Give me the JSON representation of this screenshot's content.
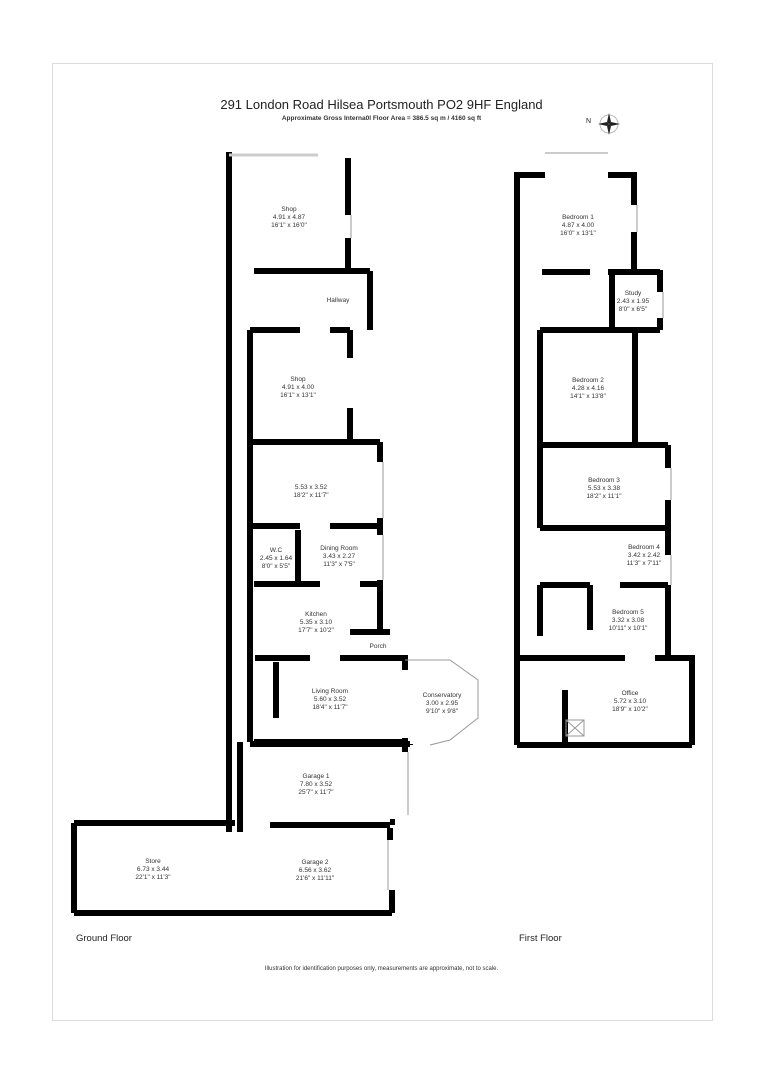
{
  "header": {
    "title": "291 London Road Hilsea Portsmouth PO2 9HF England",
    "subtitle": "Approximate Gross Interna0l Floor Area  =  386.5 sq m  / 4160 sq ft",
    "compass_label": "N"
  },
  "floors": [
    {
      "label": "Ground Floor",
      "rooms": [
        {
          "name": "Shop",
          "metric": "4.91 x 4.87",
          "imperial": "16'1\" x 16'0\""
        },
        {
          "name": "Hallway",
          "metric": "",
          "imperial": ""
        },
        {
          "name": "Shop",
          "metric": "4.91 x 4.00",
          "imperial": "16'1\" x 13'1\""
        },
        {
          "name": "",
          "metric": "5.53 x 3.52",
          "imperial": "18'2\" x 11'7\""
        },
        {
          "name": "W.C",
          "metric": "2.45 x 1.64",
          "imperial": "8'0\" x 5'5\""
        },
        {
          "name": "Dining Room",
          "metric": "3.43 x 2.27",
          "imperial": "11'3\" x 7'5\""
        },
        {
          "name": "Kitchen",
          "metric": "5.35 x 3.10",
          "imperial": "17'7\" x 10'2\""
        },
        {
          "name": "Porch",
          "metric": "",
          "imperial": ""
        },
        {
          "name": "Living Room",
          "metric": "5.60 x 3.52",
          "imperial": "18'4\" x 11'7\""
        },
        {
          "name": "Conservatory",
          "metric": "3.00 x 2.95",
          "imperial": "9'10\" x 9'8\""
        },
        {
          "name": "Garage 1",
          "metric": "7.80 x 3.52",
          "imperial": "25'7\" x 11'7\""
        },
        {
          "name": "Garage 2",
          "metric": "6.56 x 3.62",
          "imperial": "21'6\" x 11'11\""
        },
        {
          "name": "Store",
          "metric": "6.73 x 3.44",
          "imperial": "22'1\" x 11'3\""
        }
      ]
    },
    {
      "label": "First Floor",
      "rooms": [
        {
          "name": "Bedroom 1",
          "metric": "4.87 x 4.00",
          "imperial": "16'0\" x 13'1\""
        },
        {
          "name": "Study",
          "metric": "2.43 x 1.95",
          "imperial": "8'0\" x 6'5\""
        },
        {
          "name": "Bedroom 2",
          "metric": "4.28 x 4.16",
          "imperial": "14'1\" x 13'8\""
        },
        {
          "name": "Bedroom 3",
          "metric": "5.53 x 3.38",
          "imperial": "18'2\" x 11'1\""
        },
        {
          "name": "Bedroom 4",
          "metric": "3.42 x 2.42",
          "imperial": "11'3\" x 7'11\""
        },
        {
          "name": "Bedroom 5",
          "metric": "3.32 x 3.08",
          "imperial": "10'11\" x 10'1\""
        },
        {
          "name": "Office",
          "metric": "5.72 x 3.10",
          "imperial": "18'9\" x 10'2\""
        }
      ]
    }
  ],
  "footer": {
    "disclaimer": "Illustration for identification purposes only, measurements are approximate, not to scale."
  }
}
